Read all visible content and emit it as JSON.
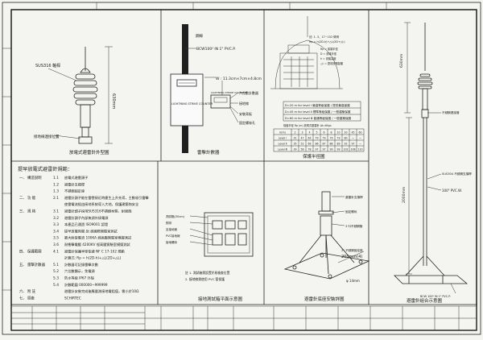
{
  "panels": {
    "p1": {
      "caption": "放電式避雷針外型圖",
      "material": "SUS316 軸桿",
      "dimension": "630mm",
      "base_note": "接地線連接位置"
    },
    "p2": {
      "caption": "雷擊計數器",
      "top_label": "鋼線",
      "cable_label": "BCW100² IN 1\" PVC.P.",
      "size_label": "W : 11.3cm×7cm×4.8cm",
      "device_label": "LIGHTNING STRIKE COUNTER",
      "annot": [
        "六位數計數器",
        "接地線",
        "安裝背板",
        "固定螺絲孔"
      ]
    },
    "p3": {
      "caption": "保護半徑圖",
      "note1": "註: 1. 3、17~102 條例",
      "note2": "Rp = h(2D-h)+△L(2D+△L)",
      "legend": [
        "Rp = 保護半徑",
        "D = 滾球半徑",
        "h = 安裝高度",
        "△L = 提前放電距離"
      ],
      "levels": [
        "D=20 m for level Ⅰ  最高等級保護 / 提供最高保護",
        "D=45 m for level Ⅱ  標準等級保護 / 一般建築保護",
        "D=60 m for level Ⅲ  普通等級保護 / 一般建築保護"
      ],
      "table_caption": "保護半徑 Rp (m)  放電式避雷針 Δt=60μs",
      "table_header": [
        "h(m)",
        "2",
        "3",
        "4",
        "5",
        "6",
        "8",
        "10",
        "20",
        "45",
        "60"
      ],
      "table_rows": [
        [
          "Level Ⅰ",
          "31",
          "47",
          "63",
          "79",
          "79",
          "79",
          "79",
          "80",
          "—",
          "—"
        ],
        [
          "Level Ⅱ",
          "35",
          "52",
          "69",
          "86",
          "87",
          "88",
          "89",
          "92",
          "97",
          "—"
        ],
        [
          "Level Ⅲ",
          "39",
          "58",
          "78",
          "97",
          "97",
          "99",
          "99",
          "102",
          "108",
          "110"
        ]
      ]
    },
    "p4": {
      "caption": "避雷針組合示意圖",
      "dimension_top": "630mm",
      "dimension_main": "2000mm",
      "labels": [
        "不銹鋼連接管",
        "SUS304 不銹鋼支撐桿",
        "100\" PVC.W."
      ],
      "base_label": "BCW 100² IN 1\" PVC.P."
    },
    "p5": {
      "title": "提早放電式避雷針規範：",
      "rows": [
        {
          "no": "一、",
          "label": "構造說明",
          "idx": "1.1",
          "text": "放電式避雷頭子"
        },
        {
          "no": "",
          "label": "",
          "idx": "1.2",
          "text": "避雷針支撐桿"
        },
        {
          "no": "",
          "label": "",
          "idx": "1.3",
          "text": "不銹鋼固定座"
        },
        {
          "no": "二、",
          "label": "功    能",
          "idx": "2.1",
          "text": "避雷針頭子能在雷雲接近時產生上升先導，主動吸引雷擊"
        },
        {
          "no": "",
          "label": "",
          "idx": "",
          "text": "使雷電流經由接地系統導入大地，保護建築物安全"
        },
        {
          "no": "三、",
          "label": "規    格",
          "idx": "3.1",
          "text": "避雷針頭子採用SUS316不銹鋼材質，耐腐蝕"
        },
        {
          "no": "",
          "label": "",
          "idx": "3.2",
          "text": "避雷針頭子內部無須外接電源"
        },
        {
          "no": "",
          "label": "",
          "idx": "3.3",
          "text": "本產品已通過 ISO9001 認證"
        },
        {
          "no": "",
          "label": "",
          "idx": "3.4",
          "text": "提早放電時間 Δt 經國際實驗室測試"
        },
        {
          "no": "",
          "label": "",
          "idx": "3.5",
          "text": "最大耐受電流 100KA 經高壓實驗室模擬測試"
        },
        {
          "no": "",
          "label": "",
          "idx": "3.6",
          "text": "耐衝擊電壓 4200KV 經高壓實驗室模擬測試"
        },
        {
          "no": "四、",
          "label": "保護範圍",
          "idx": "4.1",
          "text": "避雷針保護半徑依據 NF C 17-102 規範"
        },
        {
          "no": "",
          "label": "",
          "idx": "",
          "text": "計算式: Rp = h(2D-h)+△L(2D+△L)"
        },
        {
          "no": "五、",
          "label": "雷擊計數器",
          "idx": "5.1",
          "text": "計數器可記錄雷擊次數"
        },
        {
          "no": "",
          "label": "",
          "idx": "5.2",
          "text": "六位數顯示，免電源"
        },
        {
          "no": "",
          "label": "",
          "idx": "5.3",
          "text": "防水等級 IP67 外殼"
        },
        {
          "no": "",
          "label": "",
          "idx": "5.4",
          "text": "計數範圍 000000~999999"
        },
        {
          "no": "六、",
          "label": "附    註",
          "idx": "",
          "text": "避雷針安裝完成後應量測接地電阻值，需小於10Ω"
        },
        {
          "no": "七、",
          "label": "原廠",
          "idx": "",
          "text": "SCHIRTEC"
        }
      ]
    },
    "p6": {
      "caption": "接地測試箱平面示意圖",
      "labels": [
        "測試箱(30cm)",
        "銅排",
        "至接地極",
        "PVC接地線",
        "接地螺絲"
      ],
      "notes": [
        "註 1. 測試箱需設置於易檢查位置",
        "    2. 接地線需使用 PVC 管保護"
      ]
    },
    "p7": {
      "caption": "避雷針底座安裝詳圖",
      "labels": [
        "避雷針支撐桿",
        "固定螺絲",
        "3 吋不銹鋼管"
      ],
      "dim_a": "2\" 不銹鋼固定座",
      "dim_b": "200mm(4)",
      "dim_c": "φ 14mm"
    },
    "title_block": {
      "cells": [
        "",
        "",
        "",
        "",
        "",
        "",
        "",
        "",
        "",
        "",
        "",
        "",
        "",
        "",
        "",
        ""
      ]
    }
  }
}
